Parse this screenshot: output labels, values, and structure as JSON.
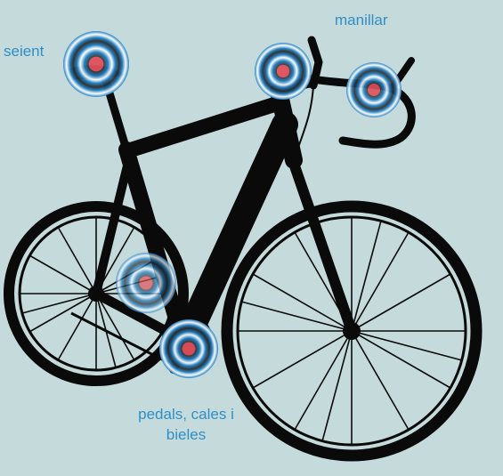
{
  "labels": {
    "seat": "seient",
    "handlebar": "manillar",
    "pedals_line1": "pedals, cales i",
    "pedals_line2": "bieles"
  },
  "colors": {
    "background": "#c5dadb",
    "bike": "#0a0a0a",
    "label": "#2f8fc6",
    "ring_outer": "#1e7fc4",
    "ring_inner": "#3b3b3b",
    "target_center": "#e0505a"
  },
  "targets": [
    {
      "id": "seat",
      "name": "seat-target"
    },
    {
      "id": "handlebar-stem",
      "name": "handlebar-stem-target"
    },
    {
      "id": "handlebar-drops",
      "name": "handlebar-drops-target"
    },
    {
      "id": "cranks",
      "name": "crank-target"
    },
    {
      "id": "pedal",
      "name": "pedal-target"
    }
  ]
}
